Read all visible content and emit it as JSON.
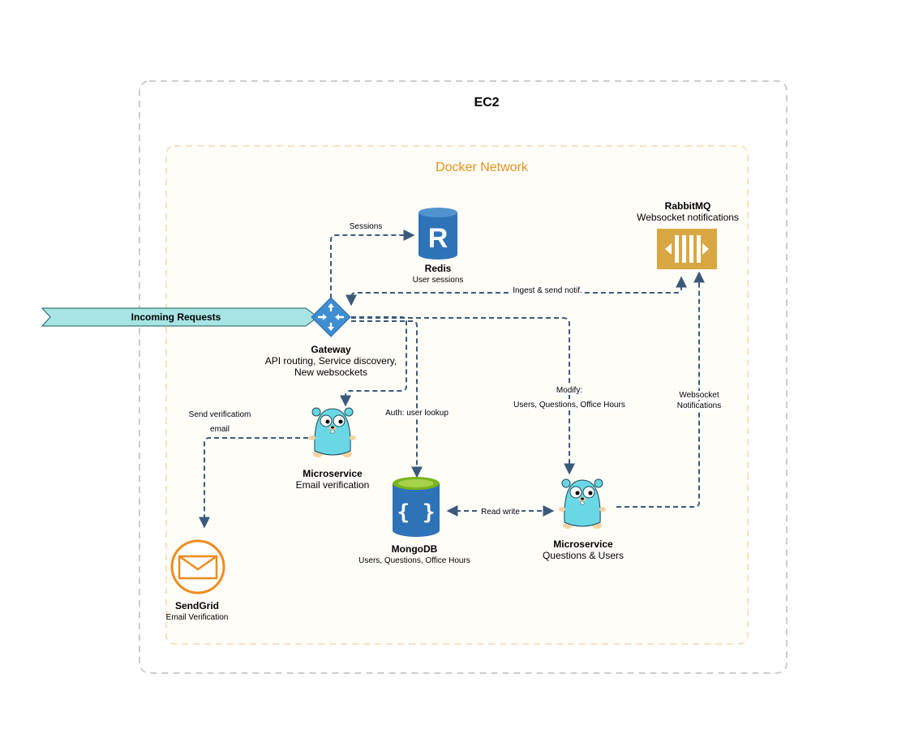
{
  "containers": {
    "ec2": "EC2",
    "docker": "Docker Network"
  },
  "incoming": "Incoming Requests",
  "nodes": {
    "redis": {
      "title": "Redis",
      "subtitle": "User sessions",
      "icon": "R"
    },
    "rabbitmq": {
      "title": "RabbitMQ",
      "subtitle": "Websocket notifications"
    },
    "gateway": {
      "title": "Gateway",
      "line1": "API routing, Service discovery,",
      "line2": "New websockets"
    },
    "email_ms": {
      "title": "Microservice",
      "subtitle": "Email verification"
    },
    "mongodb": {
      "title": "MongoDB",
      "subtitle": "Users, Questions, Office Hours",
      "icon": "{ }"
    },
    "questions_ms": {
      "title": "Microservice",
      "subtitle": "Questions & Users"
    },
    "sendgrid": {
      "title": "SendGrid",
      "subtitle": "Email Verification"
    }
  },
  "edges": {
    "sessions": "Sessions",
    "ingest": "Ingest & send notif.",
    "send_verif_1": "Send verificatiom",
    "send_verif_2": "email",
    "auth": "Auth: user lookup",
    "modify_1": "Modify:",
    "modify_2": "Users, Questions, Office Hours",
    "ws_1": "Websocket",
    "ws_2": "Notifications",
    "read_write": "Read write"
  },
  "colors": {
    "edge": "#3a5a7c",
    "docker_border": "#fbe0bf",
    "docker_fill": "#fffdf8",
    "docker_text": "#e8901c",
    "ec2_border": "#cccccc",
    "redis": "#2e73b8",
    "rabbitmq": "#d9a741",
    "mongodb": "#2e73b8",
    "mongodb_top": "#7ab51d",
    "gateway": "#3e8ed0",
    "gopher": "#6ad7e5",
    "sendgrid": "#f08b1c",
    "incoming_fill": "#a8e4e4"
  }
}
